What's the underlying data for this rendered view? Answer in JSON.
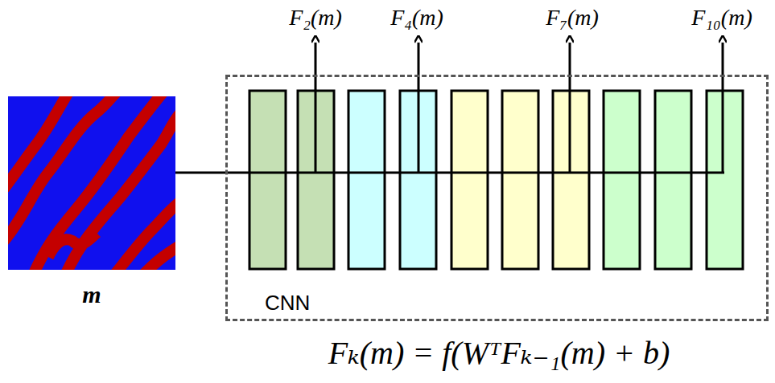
{
  "diagram": {
    "nodes": [
      {
        "text": [
          "m"
        ]
      },
      {
        "text": [
          "CNN"
        ]
      }
    ],
    "edges": [
      {
        "from": 0,
        "to": 1,
        "arrow": "none"
      }
    ],
    "labels": [
      "F₂(m)",
      "F₄(m)",
      "F₇(m)",
      "F₁₀(m)",
      "Fₖ(m) = f(WᵀFₖ₋₁(m) + b)"
    ]
  }
}
